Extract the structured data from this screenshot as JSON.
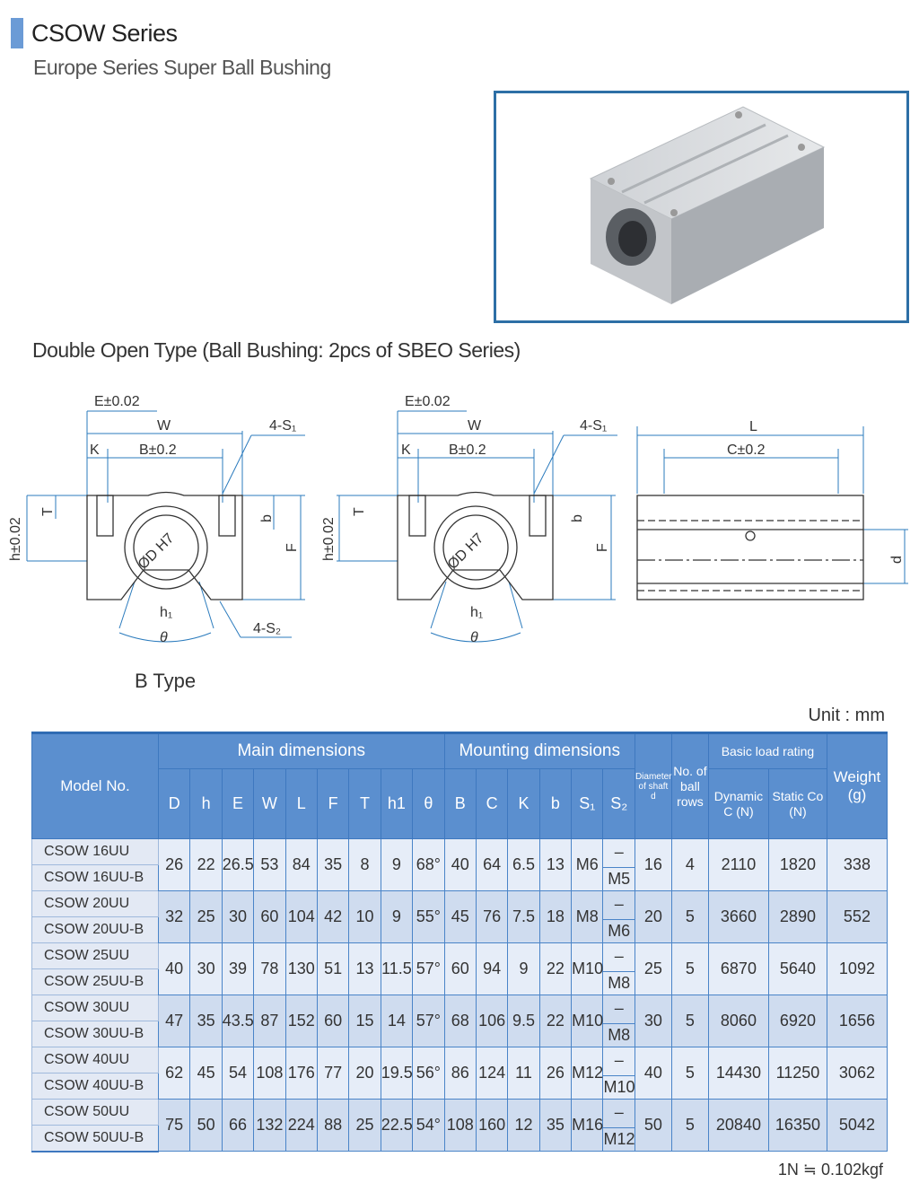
{
  "header": {
    "title": "CSOW Series",
    "subtitle": "Europe Series Super Ball Bushing"
  },
  "section": {
    "type_title": "Double Open Type (Ball Bushing: 2pcs of SBEO Series)",
    "b_type": "B Type",
    "unit": "Unit : mm",
    "note": "1N ≒ 0.102kgf"
  },
  "drawing": {
    "E": "E±0.02",
    "W": "W",
    "S1": "4-S₁",
    "K": "K",
    "B": "B±0.2",
    "T": "T",
    "b": "b",
    "h": "h±0.02",
    "F": "F",
    "D": "ØD H7",
    "h1": "h₁",
    "theta": "θ",
    "S2": "4-S₂",
    "L": "L",
    "C": "C±0.2",
    "d": "d"
  },
  "table": {
    "model_header": "Model No.",
    "main_header": "Main dimensions",
    "mount_header": "Mounting dimensions",
    "shaft_header": "Diameter of shaft d",
    "rows_header": "No. of ball rows",
    "load_header": "Basic load rating",
    "dynamic_header": "Dynamic C (N)",
    "static_header": "Static Co (N)",
    "weight_header": "Weight (g)",
    "columns": [
      "D",
      "h",
      "E",
      "W",
      "L",
      "F",
      "T",
      "h1",
      "θ",
      "B",
      "C",
      "K",
      "b",
      "S₁",
      "S₂"
    ],
    "rows": [
      {
        "models": [
          "CSOW 16UU",
          "CSOW 16UU-B"
        ],
        "values": [
          "26",
          "22",
          "26.5",
          "53",
          "84",
          "35",
          "8",
          "9",
          "68°",
          "40",
          "64",
          "6.5",
          "13",
          "M6"
        ],
        "s2": [
          "–",
          "M5"
        ],
        "d": "16",
        "balls": "4",
        "dynamic": "2110",
        "static": "1820",
        "weight": "338"
      },
      {
        "models": [
          "CSOW 20UU",
          "CSOW 20UU-B"
        ],
        "values": [
          "32",
          "25",
          "30",
          "60",
          "104",
          "42",
          "10",
          "9",
          "55°",
          "45",
          "76",
          "7.5",
          "18",
          "M8"
        ],
        "s2": [
          "–",
          "M6"
        ],
        "d": "20",
        "balls": "5",
        "dynamic": "3660",
        "static": "2890",
        "weight": "552"
      },
      {
        "models": [
          "CSOW 25UU",
          "CSOW 25UU-B"
        ],
        "values": [
          "40",
          "30",
          "39",
          "78",
          "130",
          "51",
          "13",
          "11.5",
          "57°",
          "60",
          "94",
          "9",
          "22",
          "M10"
        ],
        "s2": [
          "–",
          "M8"
        ],
        "d": "25",
        "balls": "5",
        "dynamic": "6870",
        "static": "5640",
        "weight": "1092"
      },
      {
        "models": [
          "CSOW 30UU",
          "CSOW 30UU-B"
        ],
        "values": [
          "47",
          "35",
          "43.5",
          "87",
          "152",
          "60",
          "15",
          "14",
          "57°",
          "68",
          "106",
          "9.5",
          "22",
          "M10"
        ],
        "s2": [
          "–",
          "M8"
        ],
        "d": "30",
        "balls": "5",
        "dynamic": "8060",
        "static": "6920",
        "weight": "1656"
      },
      {
        "models": [
          "CSOW 40UU",
          "CSOW 40UU-B"
        ],
        "values": [
          "62",
          "45",
          "54",
          "108",
          "176",
          "77",
          "20",
          "19.5",
          "56°",
          "86",
          "124",
          "11",
          "26",
          "M12"
        ],
        "s2": [
          "–",
          "M10"
        ],
        "d": "40",
        "balls": "5",
        "dynamic": "14430",
        "static": "11250",
        "weight": "3062"
      },
      {
        "models": [
          "CSOW 50UU",
          "CSOW 50UU-B"
        ],
        "values": [
          "75",
          "50",
          "66",
          "132",
          "224",
          "88",
          "25",
          "22.5",
          "54°",
          "108",
          "160",
          "12",
          "35",
          "M16"
        ],
        "s2": [
          "–",
          "M12"
        ],
        "d": "50",
        "balls": "5",
        "dynamic": "20840",
        "static": "16350",
        "weight": "5042"
      }
    ]
  }
}
